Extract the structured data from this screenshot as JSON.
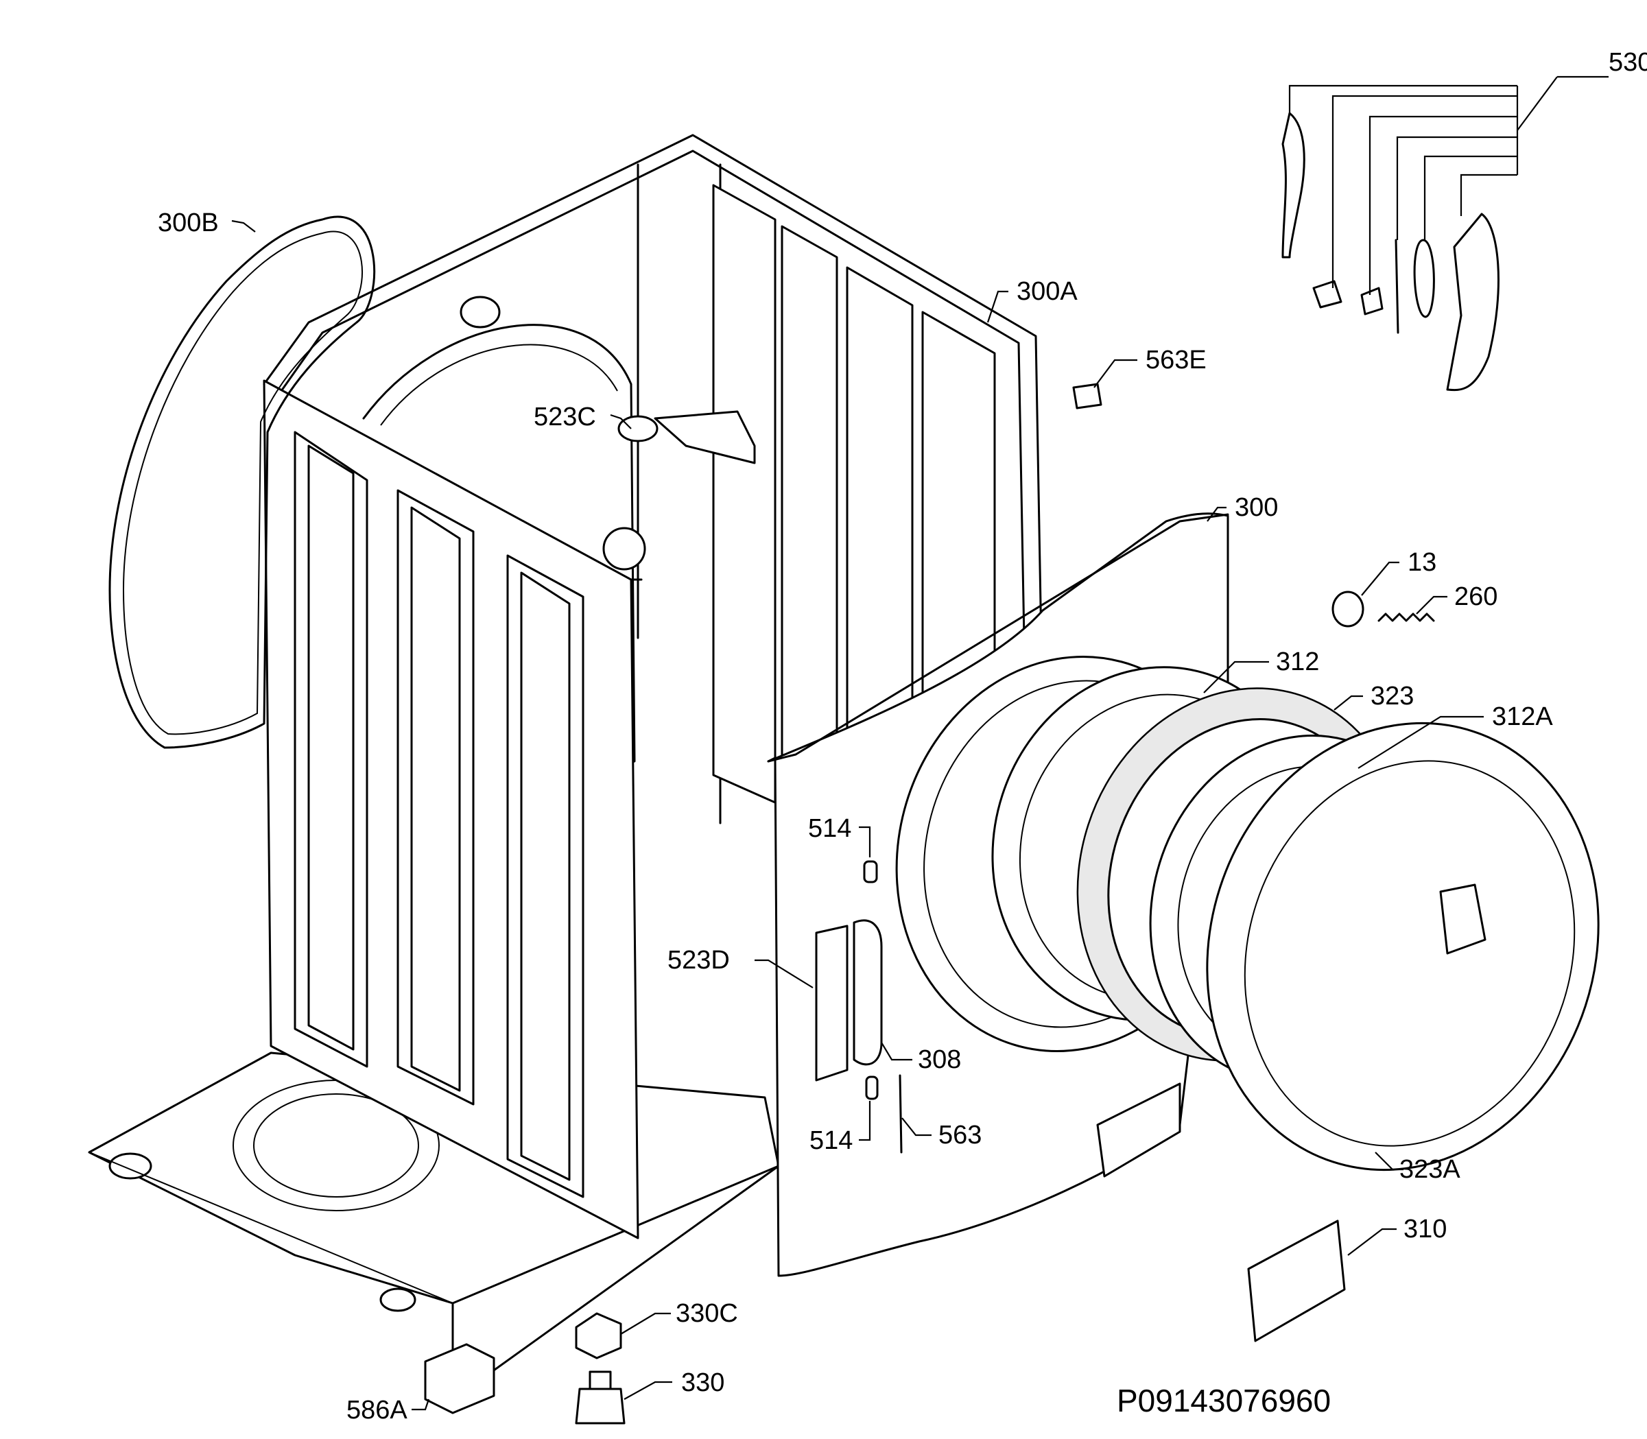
{
  "diagram": {
    "drawing_code": "P09143076960",
    "labels": {
      "l530": "530",
      "l300B": "300B",
      "l300A": "300A",
      "l563E": "563E",
      "l523C": "523C",
      "l300": "300",
      "l13": "13",
      "l260": "260",
      "l312": "312",
      "l323": "323",
      "l312A": "312A",
      "l514a": "514",
      "l523D": "523D",
      "l308": "308",
      "l514b": "514",
      "l563": "563",
      "l323A": "323A",
      "l310": "310",
      "l330C": "330C",
      "l330": "330",
      "l586A": "586A"
    }
  }
}
